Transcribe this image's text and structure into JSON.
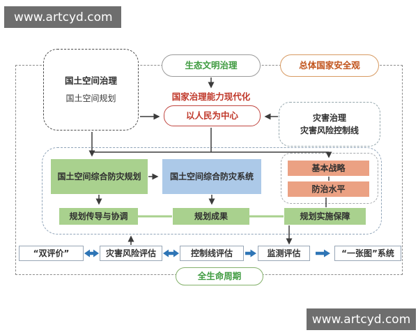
{
  "watermark": {
    "top": "www.artcyd.com",
    "bottom": "www.artcyd.com"
  },
  "colors": {
    "banner_bg": "#6e6e6e",
    "green_text": "#3f9b40",
    "orange_text": "#c1541c",
    "red_accent": "#c0392b",
    "green_fill": "#a9d18e",
    "blue_fill": "#acc9e8",
    "salmon_fill": "#eba183",
    "arrow_blue": "#2e75b6",
    "dash_gray": "#8a8a8a",
    "dash_bluegray": "#8fa3b8"
  },
  "nodes": {
    "spatial_governance_title": "国土空间治理",
    "spatial_governance_sub": "国土空间规划",
    "eco_civilization": "生态文明治理",
    "national_security": "总体国家安全观",
    "governance_modernization": "国家治理能力现代化",
    "people_centered": "以人民为中心",
    "disaster_governance_line1": "灾害治理",
    "disaster_governance_line2": "灾害风险控制线",
    "comprehensive_plan": "国土空间综合防灾规划",
    "comprehensive_system": "国土空间综合防灾系统",
    "basic_strategy": "基本战略",
    "prevention_level": "防治水平",
    "plan_transmission": "规划传导与协调",
    "plan_results": "规划成果",
    "plan_safeguard": "规划实施保障",
    "double_evaluation": "“双评价”",
    "disaster_risk_assessment": "灾害风险评估",
    "control_line_assessment": "控制线评估",
    "monitoring_assessment": "监测评估",
    "one_map_system": "“一张图”系统",
    "full_life_cycle": "全生命周期"
  }
}
